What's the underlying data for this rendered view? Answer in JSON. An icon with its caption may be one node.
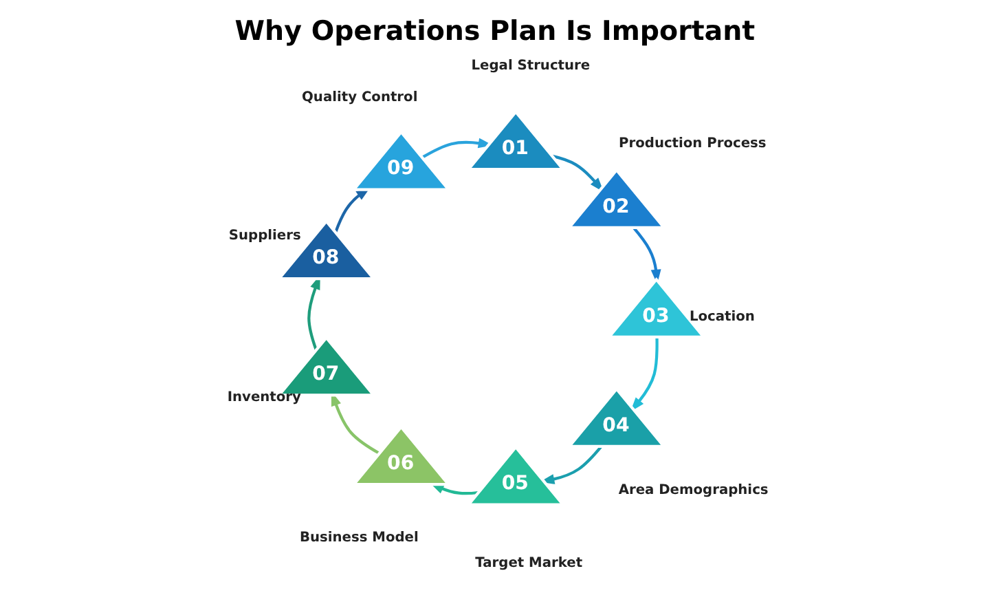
{
  "diagram": {
    "title": "Why Operations Plan Is Important",
    "nodes": [
      {
        "text": [
          "01"
        ],
        "beside": [
          "Legal Structure"
        ]
      },
      {
        "text": [
          "02"
        ],
        "beside": [
          "Production Process"
        ]
      },
      {
        "text": [
          "03"
        ],
        "beside": [
          "Location"
        ]
      },
      {
        "text": [
          "04"
        ],
        "beside": [
          "Area Demographics"
        ]
      },
      {
        "text": [
          "05"
        ],
        "beside": [
          "Target Market"
        ]
      },
      {
        "text": [
          "06"
        ],
        "beside": [
          "Business Model"
        ]
      },
      {
        "text": [
          "07"
        ],
        "beside": [
          "Inventory"
        ]
      },
      {
        "text": [
          "08"
        ],
        "beside": [
          "Suppliers"
        ]
      },
      {
        "text": [
          "09"
        ],
        "beside": [
          "Quality Control"
        ]
      }
    ],
    "edges": [
      {
        "from": 0,
        "to": 1,
        "arrow": "to",
        "color": "#1b8cbf"
      },
      {
        "from": 1,
        "to": 2,
        "arrow": "to",
        "color": "#1b7fcf"
      },
      {
        "from": 2,
        "to": 3,
        "arrow": "to",
        "color": "#22bcd6"
      },
      {
        "from": 3,
        "to": 4,
        "arrow": "to",
        "color": "#1b9fae"
      },
      {
        "from": 4,
        "to": 5,
        "arrow": "to",
        "color": "#22b995"
      },
      {
        "from": 5,
        "to": 6,
        "arrow": "to",
        "color": "#88c469"
      },
      {
        "from": 6,
        "to": 7,
        "arrow": "to",
        "color": "#1f9d7c"
      },
      {
        "from": 7,
        "to": 8,
        "arrow": "to",
        "color": "#1d66a8"
      },
      {
        "from": 8,
        "to": 0,
        "arrow": "to",
        "color": "#2aa3dc"
      }
    ]
  }
}
